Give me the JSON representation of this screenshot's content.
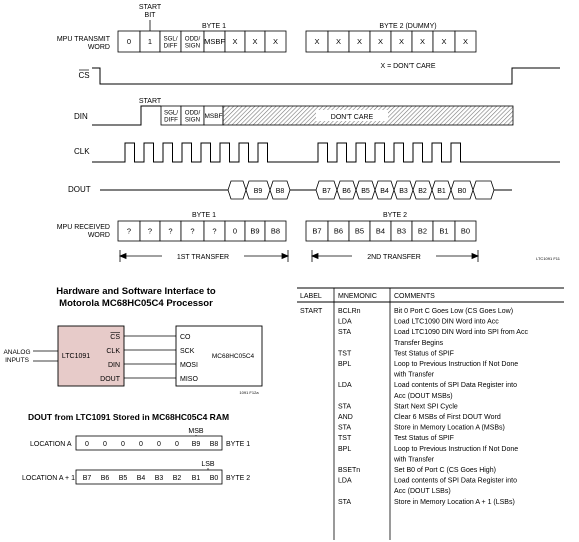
{
  "timing": {
    "start_bit_label": "START\nBIT",
    "row_labels": {
      "mpu_transmit": "MPU TRANSMIT\nWORD",
      "cs": "CS",
      "din": "DIN",
      "clk": "CLK",
      "dout": "DOUT",
      "mpu_received": "MPU RECEIVED\nWORD"
    },
    "byte1_label": "BYTE 1",
    "byte2_dummy_label": "BYTE 2 (DUMMY)",
    "transmit_byte1_cells": [
      "0",
      "1",
      "SGL/\nDIFF",
      "ODD/\nSIGN",
      "MSBF",
      "X",
      "X",
      "X"
    ],
    "transmit_byte2_cells": [
      "X",
      "X",
      "X",
      "X",
      "X",
      "X",
      "X",
      "X"
    ],
    "dont_care_note": "X = DON'T CARE",
    "din_start_label": "START",
    "din_cells": [
      "SGL/\nDIFF",
      "ODD/\nSIGN",
      "MSBF"
    ],
    "din_dont_care": "DON'T CARE",
    "dout_byte1_bits": [
      "B9",
      "B8"
    ],
    "dout_byte2_bits": [
      "B7",
      "B6",
      "B5",
      "B4",
      "B3",
      "B2",
      "B1",
      "B0"
    ],
    "received_byte1_label": "BYTE 1",
    "received_byte2_label": "BYTE 2",
    "received_byte1_cells": [
      "?",
      "?",
      "?",
      "?",
      "?",
      "0",
      "B9",
      "B8"
    ],
    "received_byte2_cells": [
      "B7",
      "B6",
      "B5",
      "B4",
      "B3",
      "B2",
      "B1",
      "B0"
    ],
    "first_transfer": "1ST TRANSFER",
    "second_transfer": "2ND TRANSFER",
    "figure_code": "LTC1091 F11"
  },
  "interface": {
    "title_line1": "Hardware and Software Interface to",
    "title_line2": "Motorola MC68HC05C4 Processor",
    "analog_inputs": "ANALOG\nINPUTS",
    "ltc_name": "LTC1091",
    "ltc_pins": [
      "CS",
      "CLK",
      "DIN",
      "DOUT"
    ],
    "mc_name": "MC68HC05C4",
    "mc_pins": [
      "CO",
      "SCK",
      "MOSI",
      "MISO"
    ],
    "figure_code": "1091 F12a"
  },
  "ram": {
    "title": "DOUT from LTC1091 Stored in MC68HC05C4 RAM",
    "msb_label": "MSB",
    "lsb_label": "LSB",
    "location_a": "LOCATION A",
    "location_a1": "LOCATION A + 1",
    "byte1_label": "BYTE 1",
    "byte2_label": "BYTE 2",
    "row_a": [
      "0",
      "0",
      "0",
      "0",
      "0",
      "0",
      "B9",
      "B8"
    ],
    "row_a1": [
      "B7",
      "B6",
      "B5",
      "B4",
      "B3",
      "B2",
      "B1",
      "B0"
    ]
  },
  "table": {
    "headers": [
      "LABEL",
      "MNEMONIC",
      "COMMENTS"
    ],
    "rows": [
      {
        "label": "START",
        "mnemonic": "BCLRn",
        "comment": [
          "Bit 0 Port C Goes Low (CS Goes Low)"
        ]
      },
      {
        "label": "",
        "mnemonic": "LDA",
        "comment": [
          "Load LTC1090 DIN Word into Acc"
        ]
      },
      {
        "label": "",
        "mnemonic": "STA",
        "comment": [
          "Load LTC1090 DIN Word into SPI from Acc",
          "Transfer Begins"
        ]
      },
      {
        "label": "",
        "mnemonic": "TST",
        "comment": [
          "Test Status of SPIF"
        ]
      },
      {
        "label": "",
        "mnemonic": "BPL",
        "comment": [
          "Loop to Previous Instruction If Not Done",
          "with Transfer"
        ]
      },
      {
        "label": "",
        "mnemonic": "LDA",
        "comment": [
          "Load contents of SPI Data Register into",
          "Acc (DOUT MSBs)"
        ]
      },
      {
        "label": "",
        "mnemonic": "STA",
        "comment": [
          "Start Next SPI Cycle"
        ]
      },
      {
        "label": "",
        "mnemonic": "AND",
        "comment": [
          "Clear 6 MSBs of First DOUT Word"
        ]
      },
      {
        "label": "",
        "mnemonic": "STA",
        "comment": [
          "Store in Memory Location A (MSBs)"
        ]
      },
      {
        "label": "",
        "mnemonic": "TST",
        "comment": [
          "Test Status of SPIF"
        ]
      },
      {
        "label": "",
        "mnemonic": "BPL",
        "comment": [
          "Loop to Previous Instruction If Not Done",
          "with Transfer"
        ]
      },
      {
        "label": "",
        "mnemonic": "BSETn",
        "comment": [
          "Set B0 of Port C (CS Goes High)"
        ]
      },
      {
        "label": "",
        "mnemonic": "LDA",
        "comment": [
          "Load contents of SPI Data Register into",
          "Acc (DOUT LSBs)"
        ]
      },
      {
        "label": "",
        "mnemonic": "STA",
        "comment": [
          "Store in Memory Location A + 1 (LSBs)"
        ]
      }
    ]
  }
}
